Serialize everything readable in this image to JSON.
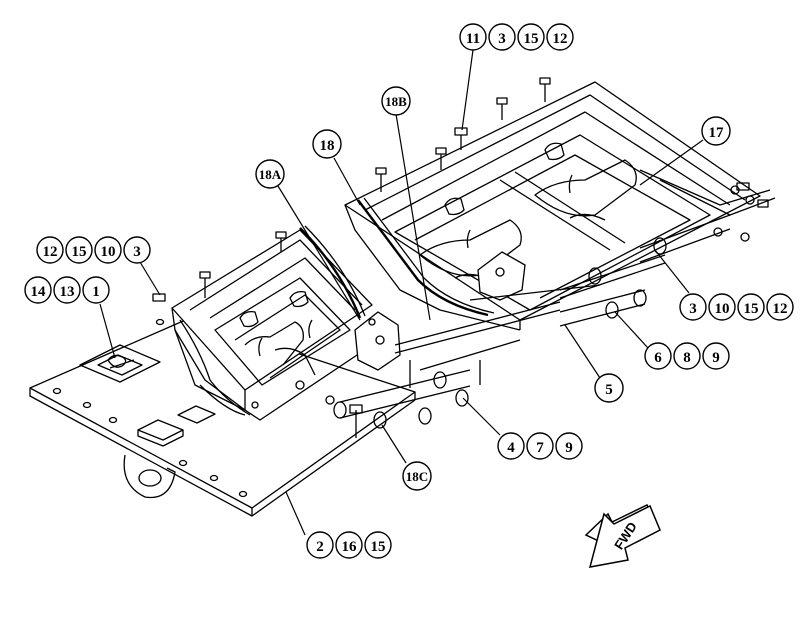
{
  "callouts": {
    "c11": "11",
    "c3a": "3",
    "c15a": "15",
    "c12a": "12",
    "c18B": "18B",
    "c18": "18",
    "c17": "17",
    "c18A": "18A",
    "c12b": "12",
    "c15b": "15",
    "c10b": "10",
    "c3b": "3",
    "c14": "14",
    "c13": "13",
    "c1": "1",
    "c3c": "3",
    "c10c": "10",
    "c15c": "15",
    "c12c": "12",
    "c6": "6",
    "c8": "8",
    "c9a": "9",
    "c5": "5",
    "c4": "4",
    "c7": "7",
    "c9b": "9",
    "c18C": "18C",
    "c2": "2",
    "c16": "16",
    "c15d": "15"
  },
  "direction_arrow": {
    "label": "FWD"
  },
  "colors": {
    "line": "#000000",
    "background": "#ffffff"
  }
}
